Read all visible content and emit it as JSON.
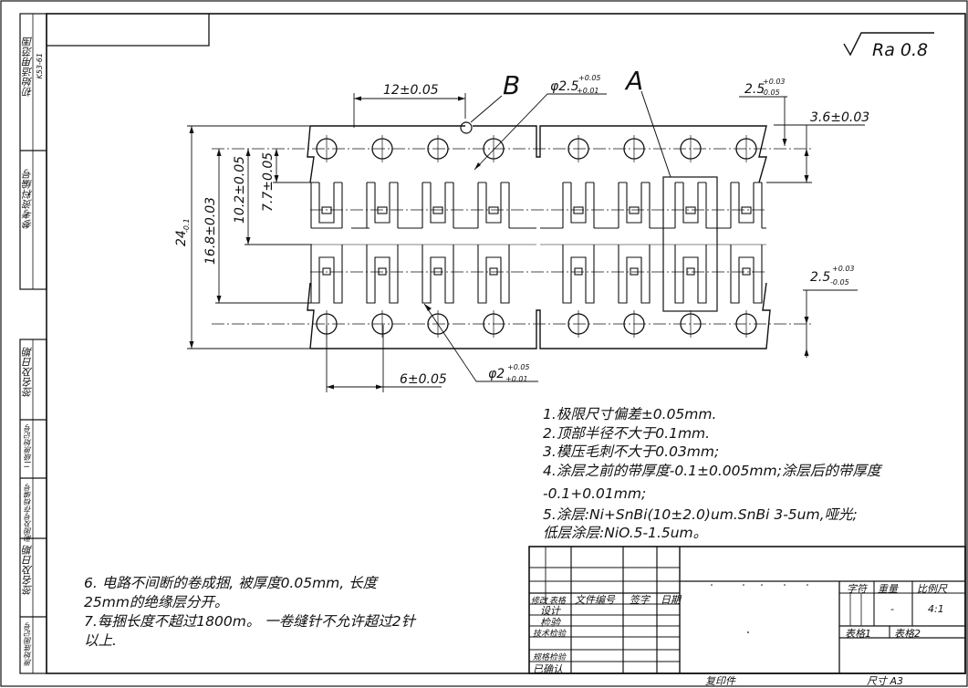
{
  "roughness": "Ra 0.8",
  "labels": {
    "a": "A",
    "b": "B"
  },
  "dims": {
    "pitch": "12±0.05",
    "hole_top": "φ2.5",
    "hole_top_tol_up": "+0.05",
    "hole_top_tol_dn": "+0.01",
    "right_top": "2.5",
    "right_top_tol_up": "+0.03",
    "right_top_tol_dn": "-0.05",
    "right_36": "3.6±0.03",
    "right_bot": "2.5",
    "right_bot_tol_up": "+0.03",
    "right_bot_tol_dn": "-0.05",
    "width24": "24",
    "width24_tol": "-0.1",
    "d168": "16.8±0.03",
    "d102": "10.2±0.05",
    "d77": "7.7±0.05",
    "offset6": "6±0.05",
    "hole_bot": "φ2",
    "hole_bot_tol_up": "+0.05",
    "hole_bot_tol_dn": "+0.01"
  },
  "notes": [
    "1.极限尺寸偏差±0.05mm.",
    "2.顶部半径不大于0.1mm.",
    "3.模压毛刺不大于0.03mm;",
    "4.涂层之前的带厚度-0.1±0.005mm;涂层后的带厚度",
    "-0.1+0.01mm;",
    "5.涂层:Ni+SnBi(10±2.0)um.SnBi  3-5um,哑光;",
    " 低层涂层:NiO.5-1.5um。"
  ],
  "notes_left": [
    "6. 电路不间断的卷成捆, 被厚度0.05mm, 长度",
    "25mm的绝缘层分开。",
    "7.每捆长度不超过1800m。 一卷缝针不允许超过2针",
    "以上."
  ],
  "side_labels": {
    "s1": "初始适用范围",
    "s1b": "K53-61",
    "s2": "参考资料编号",
    "s3": "签名及日期",
    "s4": "二级原始记号",
    "s5": "副图及号存档编号",
    "s6": "签名及日期",
    "s7": "原始底图记号"
  },
  "title_block": {
    "h_mod": "修改",
    "h_sheet": "表格",
    "h_docno": "文件编号",
    "h_sign": "签字",
    "h_date": "日期",
    "r_design": "设计",
    "r_check": "检验",
    "r_tech": "技术检验",
    "r_std": "规格检验",
    "r_approve": "已确认",
    "c_char": "字符",
    "c_weight": "重量",
    "c_scale": "比例尺",
    "weight_val": "-",
    "scale_val": "4:1",
    "sheet1": "表格1",
    "sheet2": "表格2",
    "copy": "复印件",
    "size": "尺寸  A3"
  }
}
